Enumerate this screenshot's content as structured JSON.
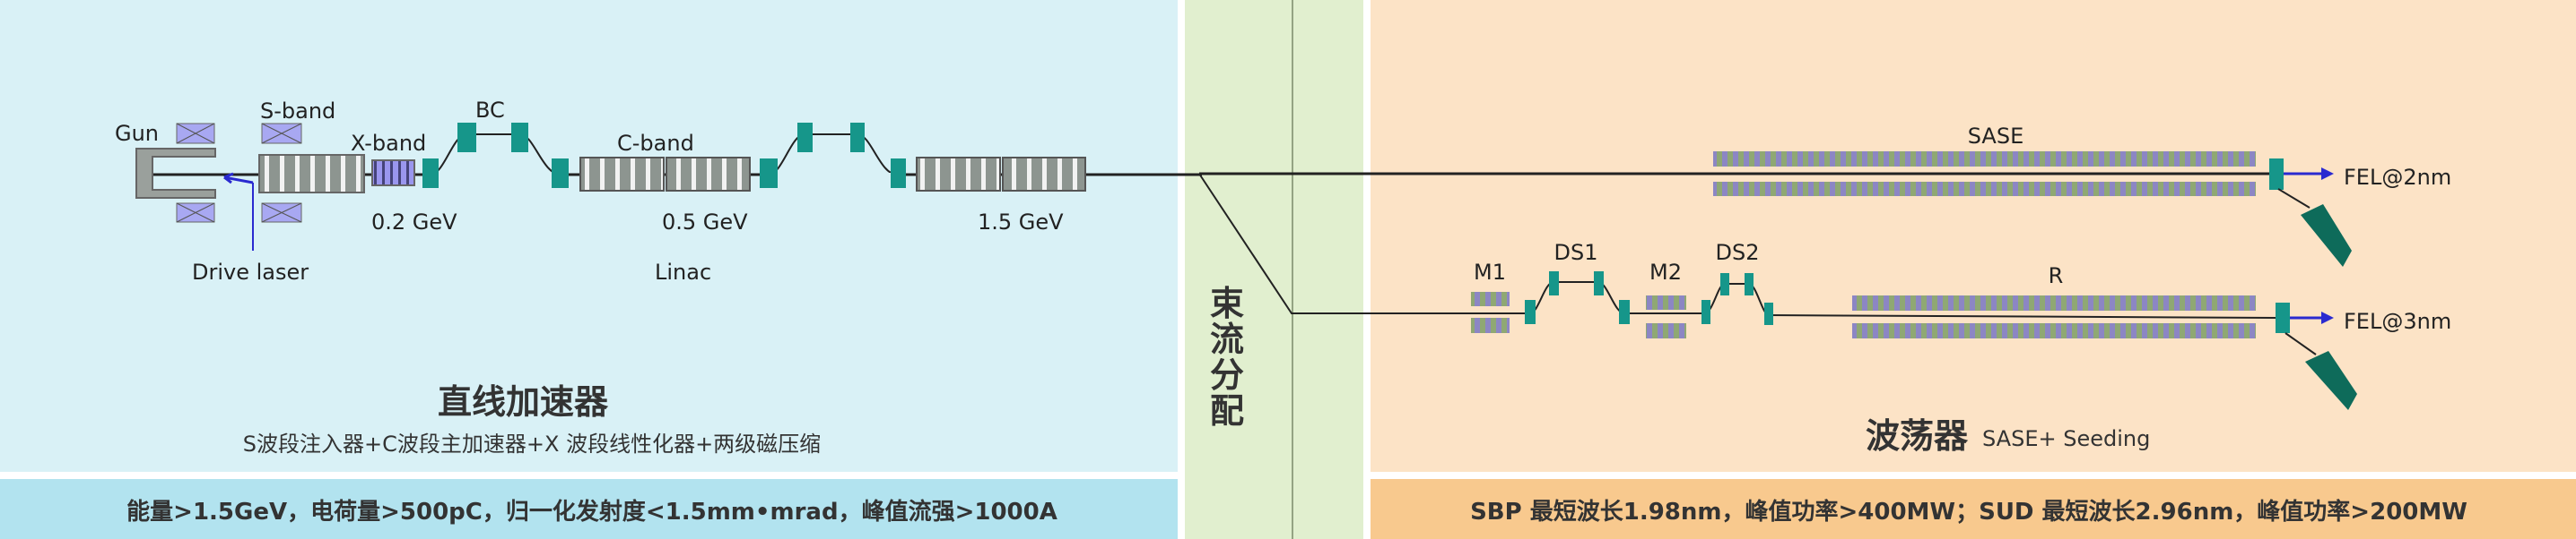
{
  "colors": {
    "linac_bg": "#d9f1f6",
    "linac_bar": "#b2e3ef",
    "distribution_bg": "#e1efcf",
    "undulator_bg": "#fce3c6",
    "undulator_bar": "#f8c98e",
    "magnet": "#16968a",
    "dump": "#0e6b5a"
  },
  "linac": {
    "labels": {
      "gun": "Gun",
      "s_band": "S-band",
      "x_band": "X-band",
      "bc": "BC",
      "c_band": "C-band",
      "drive_laser": "Drive laser",
      "linac": "Linac",
      "energy_1": "0.2 GeV",
      "energy_2": "0.5 GeV",
      "energy_3": "1.5 GeV"
    },
    "title": "直线加速器",
    "subtitle": "S波段注入器+C波段主加速器+X 波段线性化器+两级磁压缩",
    "specs": "能量>1.5GeV，电荷量>500pC，归一化发射度<1.5mm•mrad，峰值流强>1000A"
  },
  "distribution": {
    "title_chars": [
      "束",
      "流",
      "分",
      "配"
    ]
  },
  "undulator": {
    "labels": {
      "sase": "SASE",
      "fel_2nm": "FEL@2nm",
      "m1": "M1",
      "ds1": "DS1",
      "m2": "M2",
      "ds2": "DS2",
      "r": "R",
      "fel_3nm": "FEL@3nm"
    },
    "title": "波荡器",
    "title_note": "SASE+ Seeding",
    "specs": "SBP 最短波长1.98nm，峰值功率>400MW；SUD 最短波长2.96nm，峰值功率>200MW"
  }
}
